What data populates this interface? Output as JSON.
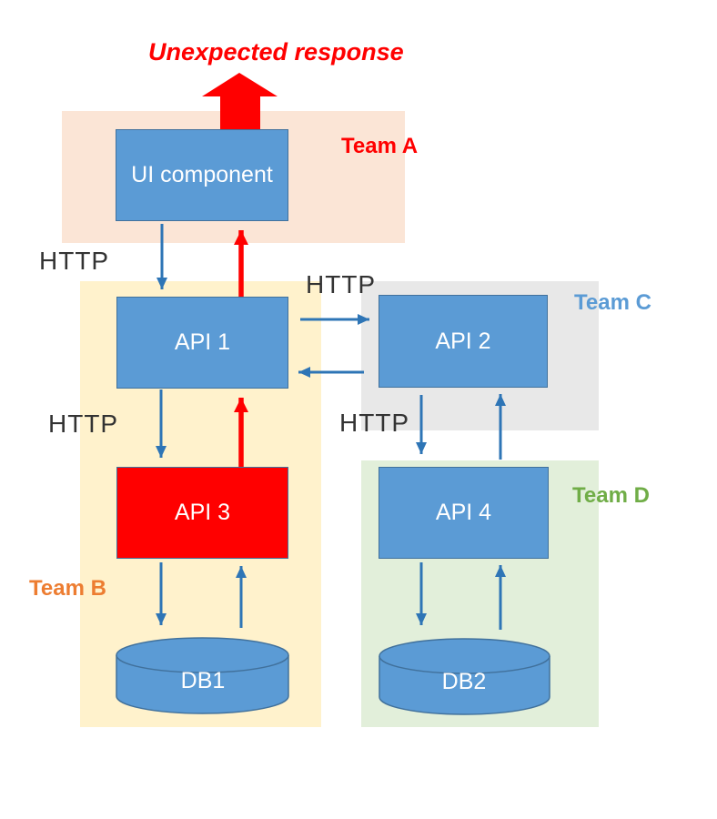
{
  "annotation": {
    "unexpected_response": "Unexpected response"
  },
  "labels": {
    "http": "HTTP"
  },
  "teams": [
    {
      "id": "team-a",
      "label": "Team A",
      "text_color": "#FF0000",
      "bg_color": "#FBE5D6"
    },
    {
      "id": "team-b",
      "label": "Team B",
      "text_color": "#ED7D31",
      "bg_color": "#FFF2CC"
    },
    {
      "id": "team-c",
      "label": "Team C",
      "text_color": "#5B9BD5",
      "bg_color": "#E8E8E8"
    },
    {
      "id": "team-d",
      "label": "Team D",
      "text_color": "#70AD47",
      "bg_color": "#E2EFDA"
    }
  ],
  "nodes": [
    {
      "id": "ui-component",
      "label": "UI component",
      "fill": "#5B9BD5",
      "team": "Team A"
    },
    {
      "id": "api-1",
      "label": "API 1",
      "fill": "#5B9BD5",
      "team": "Team B"
    },
    {
      "id": "api-2",
      "label": "API 2",
      "fill": "#5B9BD5",
      "team": "Team C"
    },
    {
      "id": "api-3",
      "label": "API 3",
      "fill": "#FF0000",
      "team": "Team B"
    },
    {
      "id": "api-4",
      "label": "API 4",
      "fill": "#5B9BD5",
      "team": "Team D"
    },
    {
      "id": "db-1",
      "label": "DB1",
      "fill": "#5B9BD5",
      "team": "Team B"
    },
    {
      "id": "db-2",
      "label": "DB2",
      "fill": "#5B9BD5",
      "team": "Team D"
    }
  ],
  "colors": {
    "arrow_blue": "#2E75B6",
    "arrow_red": "#FF0000",
    "box_border": "#41719C",
    "http_text": "#333333"
  }
}
